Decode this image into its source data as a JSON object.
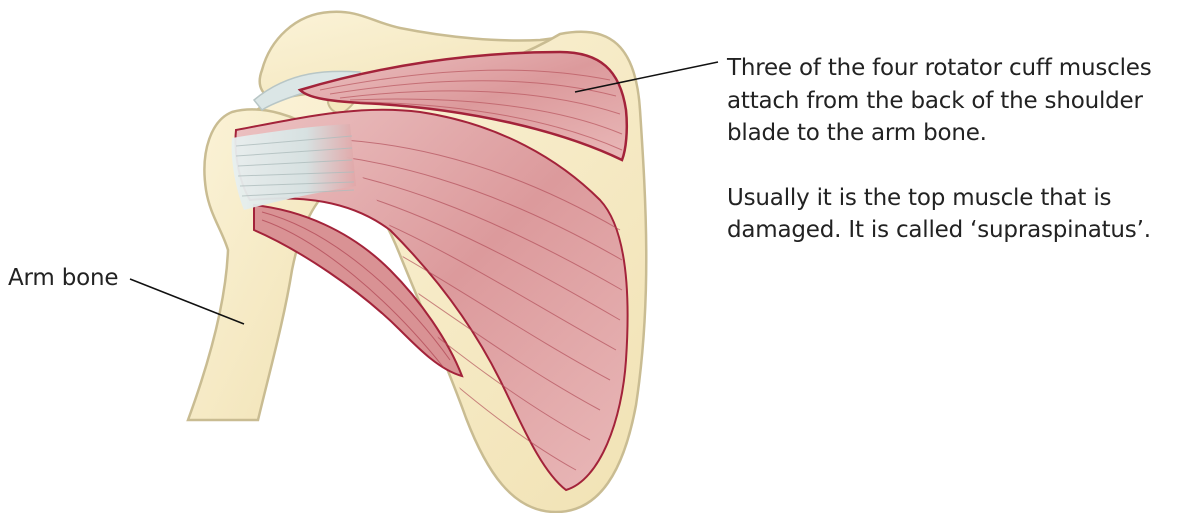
{
  "labels": {
    "arm_bone": "Arm bone"
  },
  "callout": {
    "lines_1": [
      "Three of the four rotator cuff muscles",
      "attach from the back of the shoulder",
      "blade to  the arm bone."
    ],
    "lines_2": [
      "Usually it is the top muscle that is",
      "damaged. It is called ‘supraspinatus’."
    ]
  },
  "colors": {
    "bone_fill": "#f7ebc6",
    "bone_outline": "#c9bc92",
    "muscle_fill": "#e1a7a8",
    "muscle_dark": "#c97c80",
    "muscle_edge": "#a3233a",
    "tendon": "#dde8e8",
    "leader_line": "#111111"
  }
}
